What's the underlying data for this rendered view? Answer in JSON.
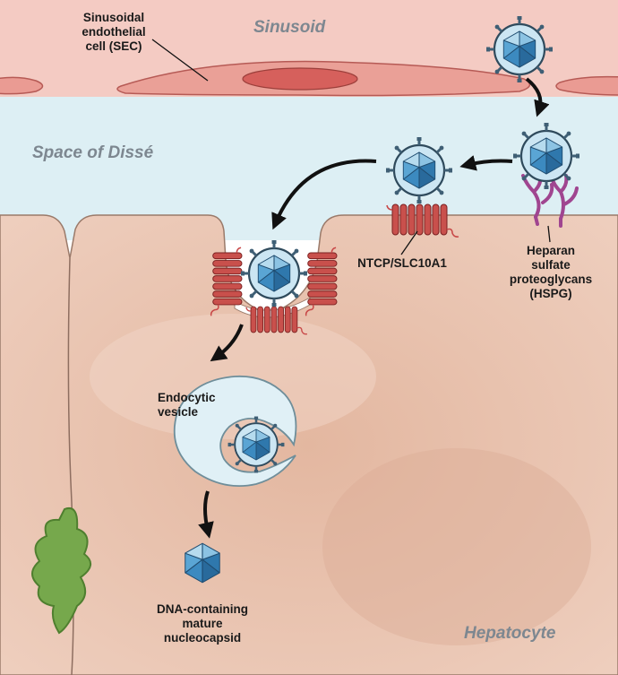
{
  "regions": {
    "sinusoid": "Sinusoid",
    "space_of_disse": "Space of Dissé",
    "hepatocyte": "Hepatocyte"
  },
  "labels": {
    "sec": [
      "Sinusoidal",
      "endothelial",
      "cell (SEC)"
    ],
    "ntcp": "NTCP/SLC10A1",
    "hspg": [
      "Heparan",
      "sulfate",
      "proteoglycans",
      "(HSPG)"
    ],
    "vesicle": [
      "Endocytic",
      "vesicle"
    ],
    "nucleocapsid": [
      "DNA-containing",
      "mature",
      "nucleocapsid"
    ]
  },
  "colors": {
    "sinusoid": "#f3c9c1",
    "endothelial_cell": "#e9948c",
    "endothelial_nucleus": "#d65d59",
    "space_of_disse": "#dceff3",
    "hepatocyte": "#ebc7b4",
    "receptor": "#c84848",
    "hspg": "#a04590",
    "virion_shell": "#c6e3f0",
    "capsid": "#3e8fc4",
    "spike": "#3f5f75",
    "vesicle": "#dff0f7",
    "organelle": "#74a54b",
    "arrow": "#111111"
  },
  "icons": [
    "virion-icon",
    "capsid-icon",
    "ntcp-receptor-icon",
    "hspg-icon",
    "endosome-icon",
    "arrow-icon"
  ]
}
